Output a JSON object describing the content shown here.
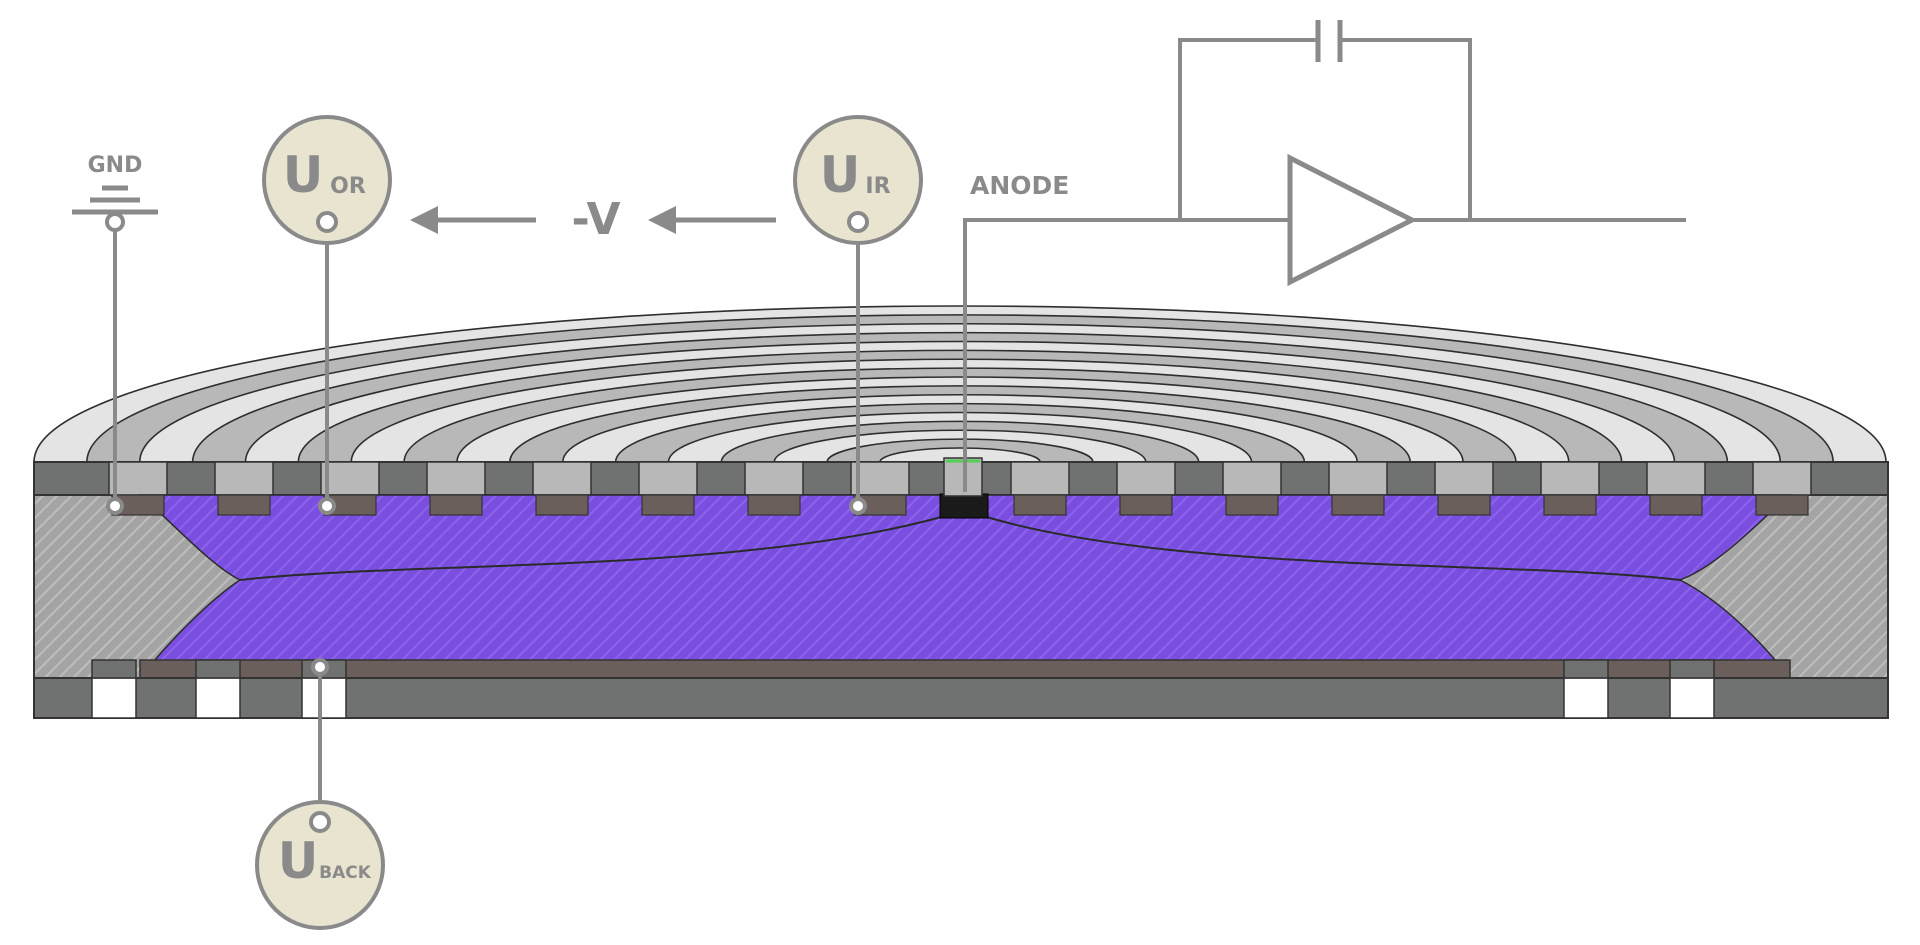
{
  "labels": {
    "gnd": "GND",
    "anode": "ANODE",
    "voltage": "-V"
  },
  "meters": {
    "u_or": {
      "main": "U",
      "sub": "OR"
    },
    "u_ir": {
      "main": "U",
      "sub": "IR"
    },
    "u_back": {
      "main": "U",
      "sub": "BACK"
    }
  },
  "colors": {
    "wire": "#8a8a8a",
    "meter_fill": "#e8e4cf",
    "depletion": "#7a4fe0",
    "ring_light": "#e4e4e4",
    "ring_mid": "#b8b8b8",
    "frame_dark": "#6f7270",
    "contact": "#6b5f5c",
    "hatch_gray": "#a4a4a4",
    "anode_pad": "#1a1a1a",
    "anode_contact": "#4fd04f"
  },
  "icons": {
    "ground": "ground-symbol-icon",
    "amplifier": "op-amp-triangle-icon",
    "capacitor": "capacitor-icon",
    "arrow": "arrow-left-icon"
  }
}
